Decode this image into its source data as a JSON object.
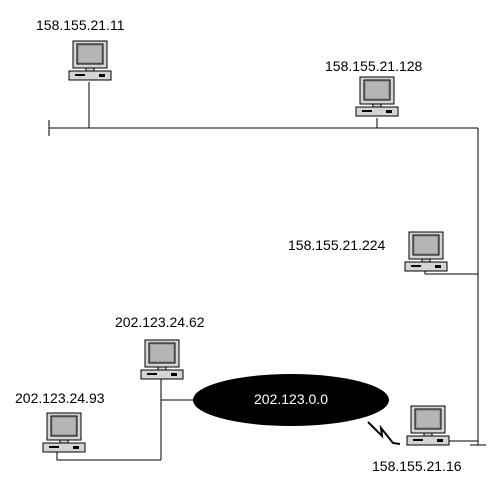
{
  "network": {
    "cloud_label": "202.123.0.0"
  },
  "hosts": [
    {
      "id": "h1",
      "label": "158.155.21.11"
    },
    {
      "id": "h2",
      "label": "158.155.21.128"
    },
    {
      "id": "h3",
      "label": "158.155.21.224"
    },
    {
      "id": "h4",
      "label": "158.155.21.16"
    },
    {
      "id": "h5",
      "label": "202.123.24.62"
    },
    {
      "id": "h6",
      "label": "202.123.24.93"
    }
  ],
  "colors": {
    "line": "#000000",
    "cloud_fill": "#000000",
    "cloud_text": "#ffffff",
    "monitor_body": "#d4d4d4",
    "screen": "#9a9a9a"
  }
}
